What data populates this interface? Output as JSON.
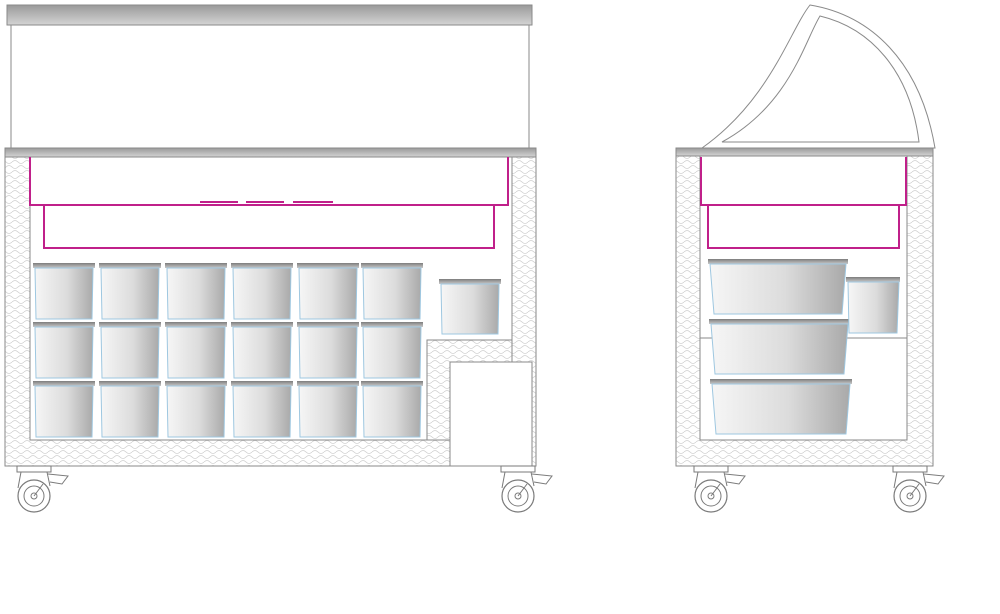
{
  "views": {
    "front": {
      "view": "front"
    },
    "side": {
      "view": "side"
    }
  },
  "layout_counts": {
    "front_tub_columns": 6,
    "front_tub_rows": 3,
    "side_tub_rows": 3,
    "wheels_per_view": 2
  },
  "colors": {
    "background": "#ffffff",
    "outline": "#8a8a8a",
    "insulation_pattern": "#cfcfcf",
    "top_rail_dark": "#9a9a9a",
    "top_rail_light": "#cfcfcf",
    "accent_magenta": "#c0208a",
    "tub_rim_dark": "#8c8c8c",
    "tub_body_light": "#f4f4f4",
    "tub_body_mid": "#bdbdbd",
    "tub_outline": "#9ec7e0",
    "wheel": "#7a7a7a"
  }
}
